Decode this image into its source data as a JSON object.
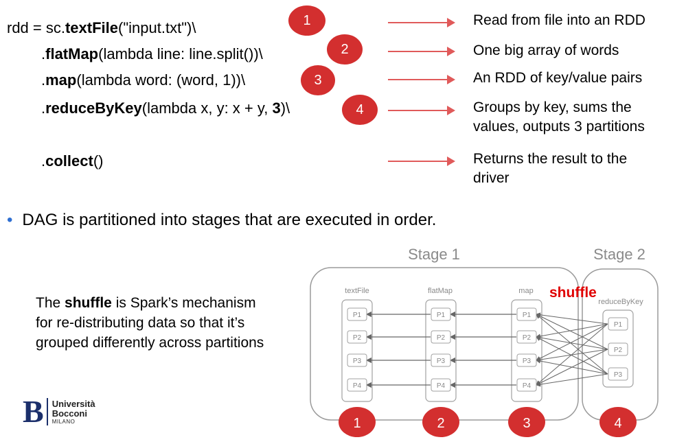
{
  "code_lines": [
    {
      "prefix": "rdd = sc.",
      "fn": "textFile",
      "args": "(\"input.txt\")\\"
    },
    {
      "prefix": ".",
      "fn": "flatMap",
      "args": "(lambda line: line.split())\\"
    },
    {
      "prefix": ".",
      "fn": "map",
      "args": "(lambda word: (word, 1))\\"
    },
    {
      "prefix": ".",
      "fn": "reduceByKey",
      "args": "(lambda x, y: x + y, ",
      "bold_arg": "3",
      "tail": ")\\"
    },
    {
      "prefix": ".",
      "fn": "collect",
      "args": "()"
    }
  ],
  "step_badges": [
    "1",
    "2",
    "3",
    "4"
  ],
  "descriptions": [
    [
      "Read from file into an RDD"
    ],
    [
      "One big array of words"
    ],
    [
      "An RDD of key/value pairs"
    ],
    [
      "Groups by key, sums the",
      "values, outputs 3 partitions"
    ],
    [
      "Returns the result to the",
      "driver"
    ]
  ],
  "bullet_text": "DAG is partitioned into stages that are executed in order.",
  "shuffle_text": {
    "before": "The ",
    "bold": "shuffle",
    "after": " is Spark’s mechanism for re-distributing data so that it’s grouped differently across partitions"
  },
  "logo": {
    "mark": "B",
    "line1": "Università",
    "line2": "Bocconi",
    "line3": "MILANO"
  },
  "diagram": {
    "stage1_label": "Stage 1",
    "stage2_label": "Stage 2",
    "shuffle_label": "shuffle",
    "columns": [
      {
        "label": "textFile",
        "partitions": [
          "P1",
          "P2",
          "P3",
          "P4"
        ]
      },
      {
        "label": "flatMap",
        "partitions": [
          "P1",
          "P2",
          "P3",
          "P4"
        ]
      },
      {
        "label": "map",
        "partitions": [
          "P1",
          "P2",
          "P3",
          "P4"
        ]
      },
      {
        "label": "reduceByKey",
        "partitions": [
          "P1",
          "P2",
          "P3"
        ]
      }
    ],
    "stage_badges": [
      "1",
      "2",
      "3",
      "4"
    ]
  },
  "colors": {
    "badge": "#d32f2f",
    "arrow": "#e05a5a",
    "shuffle": "#e00000",
    "bullet": "#2f6fd1",
    "logo": "#1b2f6b"
  }
}
